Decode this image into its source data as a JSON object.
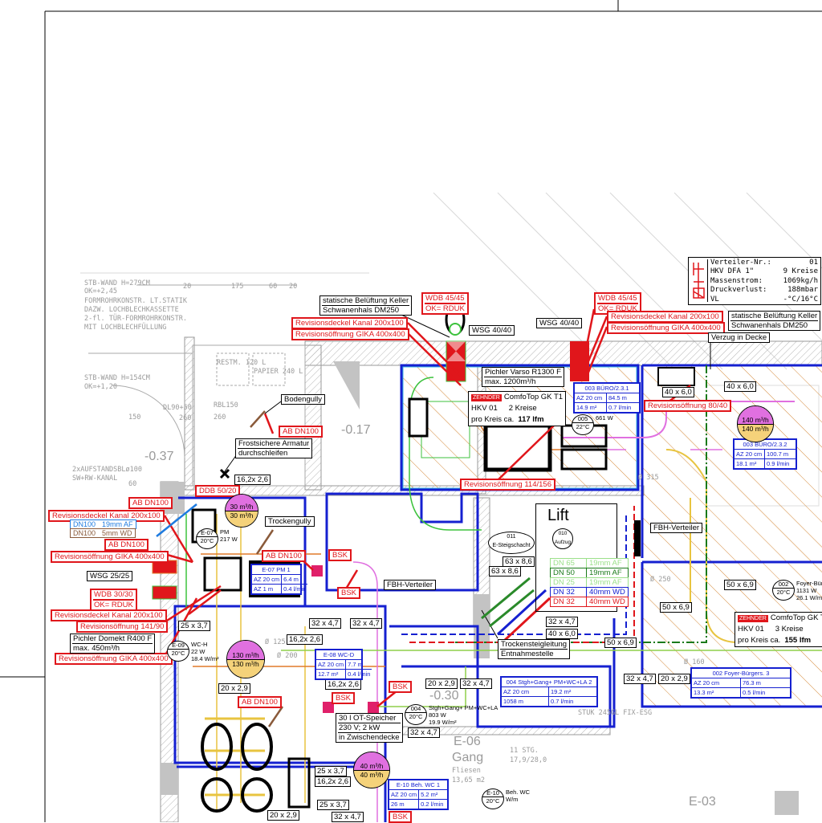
{
  "red_labels": [
    [
      "WDB 45/45",
      "OK= RDUK"
    ],
    [
      "Revisionsdeckel Kanal 200x100"
    ],
    [
      "Revisionsöffnung GIKA 400x400"
    ],
    [
      "WDB 45/45",
      "OK= RDUK"
    ],
    [
      "Revisionsdeckel Kanal 200x100"
    ],
    [
      "Revisionsöffnung GIKA 400x400"
    ],
    [
      "AB DN100"
    ],
    [
      "Revisionsöffnung 114/156"
    ],
    [
      "Revisionsöffnung 80/40"
    ],
    [
      "DDB 50/20"
    ],
    [
      "AB DN100"
    ],
    [
      "Revisionsdeckel Kanal 200x100"
    ],
    [
      "AB DN100"
    ],
    [
      "Revisionsöffnung GIKA 400x400"
    ],
    [
      "AB DN100"
    ],
    [
      "WDB 30/30",
      "OK= RDUK"
    ],
    [
      "Revisionsdeckel Kanal 200x100"
    ],
    [
      "Revisionsöffnung 141/90"
    ],
    [
      "Revisionsöffnung GIKA 400x400"
    ],
    [
      "AB DN100"
    ],
    [
      "BSK"
    ],
    [
      "BSK"
    ],
    [
      "BSK"
    ],
    [
      "BSK"
    ],
    [
      "BSK"
    ]
  ],
  "black_labels": [
    [
      "statische Belüftung Keller",
      "Schwanenhals DM250"
    ],
    [
      "WSG 40/40"
    ],
    [
      "WSG 40/40"
    ],
    [
      "Pichler Varso R1300 F",
      "max. 1200m³/h"
    ],
    [
      "statische Belüftung Keller",
      "Schwanenhals DM250"
    ],
    [
      "Verzug in Decke"
    ],
    [
      "Bodengully"
    ],
    [
      "Frostsichere Armatur",
      "durchschleifen"
    ],
    [
      "Trockengully"
    ],
    [
      "WSG 25/25"
    ],
    [
      "Pichler Domekt R400 F",
      "max. 450m³/h"
    ],
    [
      "FBH-Verteiler"
    ],
    [
      "FBH-Verteiler"
    ],
    [
      "Trockensteigleitung",
      "Entnahmestelle"
    ],
    [
      "30 l OT-Speicher",
      "230 V; 2 kW",
      "in Zwischendecke"
    ]
  ],
  "dimension_labels": [
    "40 x 6,0",
    "40 x 6,0",
    "16,2x 2,6",
    "63 x 8,6",
    "63 x 8,6",
    "32 x 4,7",
    "40 x 6,0",
    "50 x 6,9",
    "50 x 6,9",
    "50 x 6,9",
    "32 x 4,7",
    "20 x 2,9",
    "32 x 4,7",
    "20 x 2,9",
    "32 x 4,7",
    "32 x 4,7",
    "16,2x 2,6",
    "16,2x 2,6",
    "20 x 2,9",
    "25 x 3,7",
    "32 x 4,7",
    "25 x 3,7",
    "16,2x 2,6",
    "25 x 3,7",
    "20 x 2,9",
    "32 x 4,7"
  ],
  "dn_notes": [
    {
      "dn": "DN100",
      "spec": "19mm AF",
      "color": "#1e7be0"
    },
    {
      "dn": "DN100",
      "spec": "5mm WD",
      "color": "#8a5a3a"
    }
  ],
  "pipe_legend": [
    {
      "dn": "DN 65",
      "spec": "19mm AF",
      "color": "#9be08a"
    },
    {
      "dn": "DN 50",
      "spec": "19mm AF",
      "color": "#1a7a1a"
    },
    {
      "dn": "DN 25",
      "spec": "19mm AF",
      "color": "#9be08a"
    },
    {
      "dn": "DN 32",
      "spec": "40mm WD",
      "color": "#1520d0"
    },
    {
      "dn": "DN 32",
      "spec": "40mm WD",
      "color": "#e0161b"
    }
  ],
  "comfotop": [
    {
      "brand": "ZEHNDER",
      "title": "ComfoTop GK T1",
      "hkv": "HKV 01",
      "kreise": "2 Kreise",
      "per": "pro Kreis ca.",
      "lfm": "117 lfm"
    },
    {
      "brand": "ZEHNDER",
      "title": "ComfoTop GK T1",
      "hkv": "HKV 01",
      "kreise": "3 Kreise",
      "per": "pro Kreis ca.",
      "lfm": "155 lfm"
    }
  ],
  "verteiler": {
    "rows": [
      [
        "Verteiler-Nr.:",
        "01"
      ],
      [
        "HKV DFA 1\"",
        "9 Kreise"
      ],
      [
        "Massenstrom:",
        "1069kg/h"
      ],
      [
        "Druckverlust:",
        "188mbar"
      ],
      [
        "VL",
        "-°C/16°C"
      ]
    ]
  },
  "room_tables": [
    {
      "head": "003 BÜRO/2.3.1",
      "cells": [
        "AZ 20 cm",
        "84.5 m",
        "14.9 m²",
        "0.7 l/min"
      ]
    },
    {
      "head": "003 BÜRO/2.3.2",
      "cells": [
        "AZ 20 cm",
        "100.7 m",
        "18.1 m²",
        "0.9 l/min"
      ]
    },
    {
      "head": "004 Stgh+Gang+ PM+WC+LA 2",
      "cells": [
        "AZ 20 cm",
        "19.2 m²",
        "1058 m",
        "0.7 l/min"
      ]
    },
    {
      "head": "002 Foyer-Bürgers. 3",
      "cells": [
        "AZ 20 cm",
        "76.3 m",
        "13.3 m²",
        "0.5 l/min"
      ]
    },
    {
      "head": "E-07 PM 1",
      "cells": [
        "AZ 20 cm",
        "6.4 m",
        "AZ 1 m",
        "0.4 l/min"
      ]
    },
    {
      "head": "E-08 WC-D",
      "cells": [
        "AZ 20 cm",
        "7.7 m",
        "12.7 m²",
        "0.4 l/min"
      ]
    },
    {
      "head": "E-10 Beh. WC 1",
      "cells": [
        "AZ 20 cm",
        "5.2 m²",
        "26 m",
        "0.2 l/min"
      ]
    }
  ],
  "flow_circles": [
    {
      "top": "30 m³/h",
      "bottom": "30 m³/h"
    },
    {
      "top": "130 m³/h",
      "bottom": "130 m³/h"
    },
    {
      "top": "140 m³/h",
      "bottom": "140 m³/h"
    },
    {
      "top": "40 m³/h",
      "bottom": "40 m³/h"
    }
  ],
  "rooms": [
    {
      "no": "005",
      "temp": "22°C",
      "lines": [
        "661 W"
      ]
    },
    {
      "no": "002",
      "temp": "20°C",
      "lines": [
        "Foyer-Bürg",
        "1131 W",
        "26.1 W/m²"
      ]
    },
    {
      "no": "004",
      "temp": "20°C",
      "lines": [
        "Stgh+Gang+ PM+WC+LA",
        "803 W",
        "19.9 W/m²"
      ]
    },
    {
      "no": "E-09",
      "temp": "20°C",
      "lines": [
        "WC-H",
        "22 W",
        "18.4 W/m²"
      ]
    },
    {
      "no": "E-07",
      "temp": "20°C",
      "lines": [
        "PM",
        "217 W"
      ]
    },
    {
      "no": "E-10",
      "temp": "20°C",
      "lines": [
        "Beh. WC",
        "W/m"
      ]
    }
  ],
  "lift": {
    "title": "Lift",
    "no": "010",
    "name": "Aufzug"
  },
  "shaft": {
    "no": "011",
    "name": "E-Steigschacht"
  },
  "notes": [
    "STB-WAND H=279CM",
    "OK=+2,45",
    "FORMROHRKONSTR. LT.STATIK",
    "DAZW. LOCHBLECHKASSETTE",
    "2-fl. TÜR-FORMROHRKONSTR.",
    "MIT LOCHBLECHFÜLLUNG",
    "STB-WAND H=154CM",
    "OK=+1,20",
    "RESTM. 120 L",
    "PAPIER 240 L",
    "DL90+50",
    "260",
    "RBL150",
    "260",
    "-0.37",
    "-0.17",
    "2xAUFSTANDSBLø100",
    "SW+RW-KANAL",
    "-0.30",
    "E-06",
    "Gang",
    "Fliesen",
    "13,65 m2",
    "11 STG.",
    "17,9/28,0",
    "E-03",
    "STUK 245GL FIX-ESG",
    "Ø 250",
    "Ø 125",
    "Ø 200",
    "Ø 160",
    "Ø 315",
    "20",
    "175",
    "60",
    "20",
    "150",
    "60"
  ]
}
